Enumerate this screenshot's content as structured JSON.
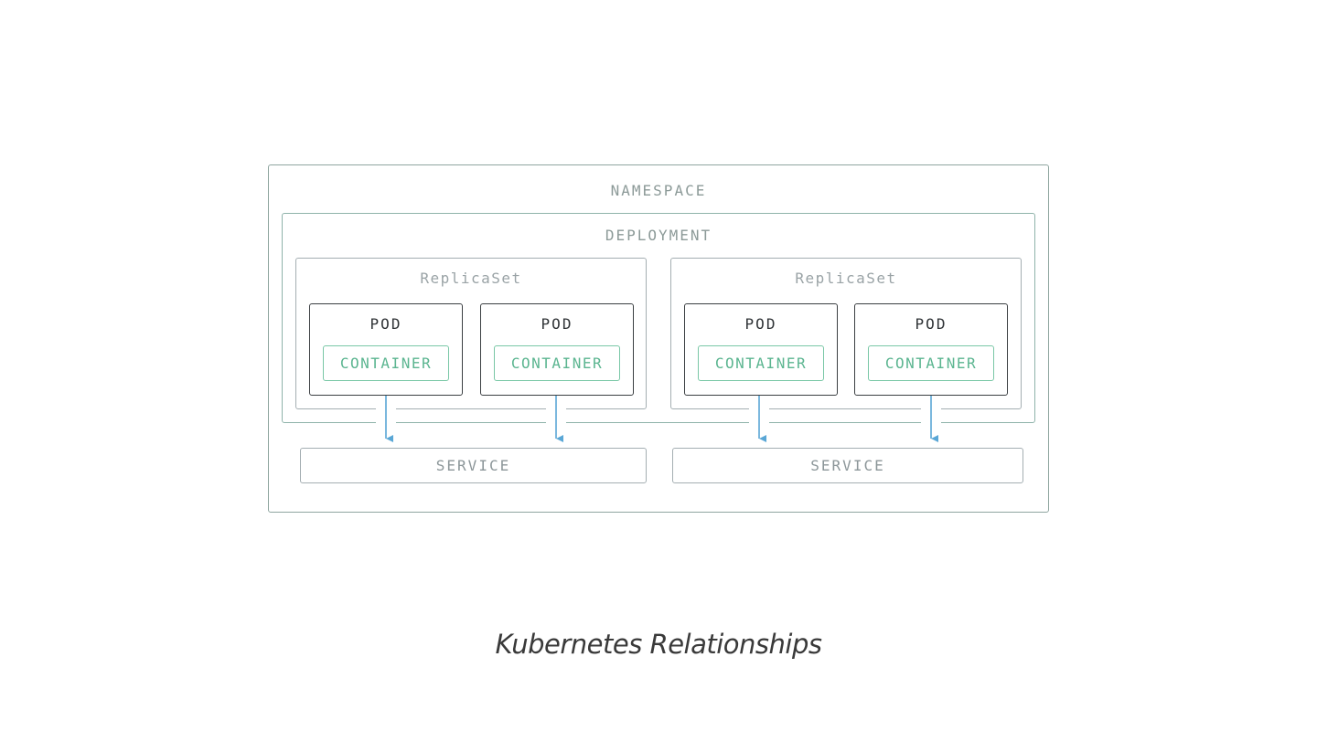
{
  "namespace": {
    "label": "NAMESPACE"
  },
  "deployment": {
    "label": "DEPLOYMENT"
  },
  "replicasets": [
    {
      "label": "ReplicaSet"
    },
    {
      "label": "ReplicaSet"
    }
  ],
  "pods": [
    {
      "label": "POD",
      "container": "CONTAINER"
    },
    {
      "label": "POD",
      "container": "CONTAINER"
    },
    {
      "label": "POD",
      "container": "CONTAINER"
    },
    {
      "label": "POD",
      "container": "CONTAINER"
    }
  ],
  "services": [
    {
      "label": "SERVICE"
    },
    {
      "label": "SERVICE"
    }
  ],
  "caption": "Kubernetes Relationships",
  "colors": {
    "arrow": "#5aa7d6",
    "container_border": "#79c7a6",
    "container_text": "#5bb590",
    "pod_border": "#3b3f42",
    "outer_border": "#8fa6a0"
  }
}
